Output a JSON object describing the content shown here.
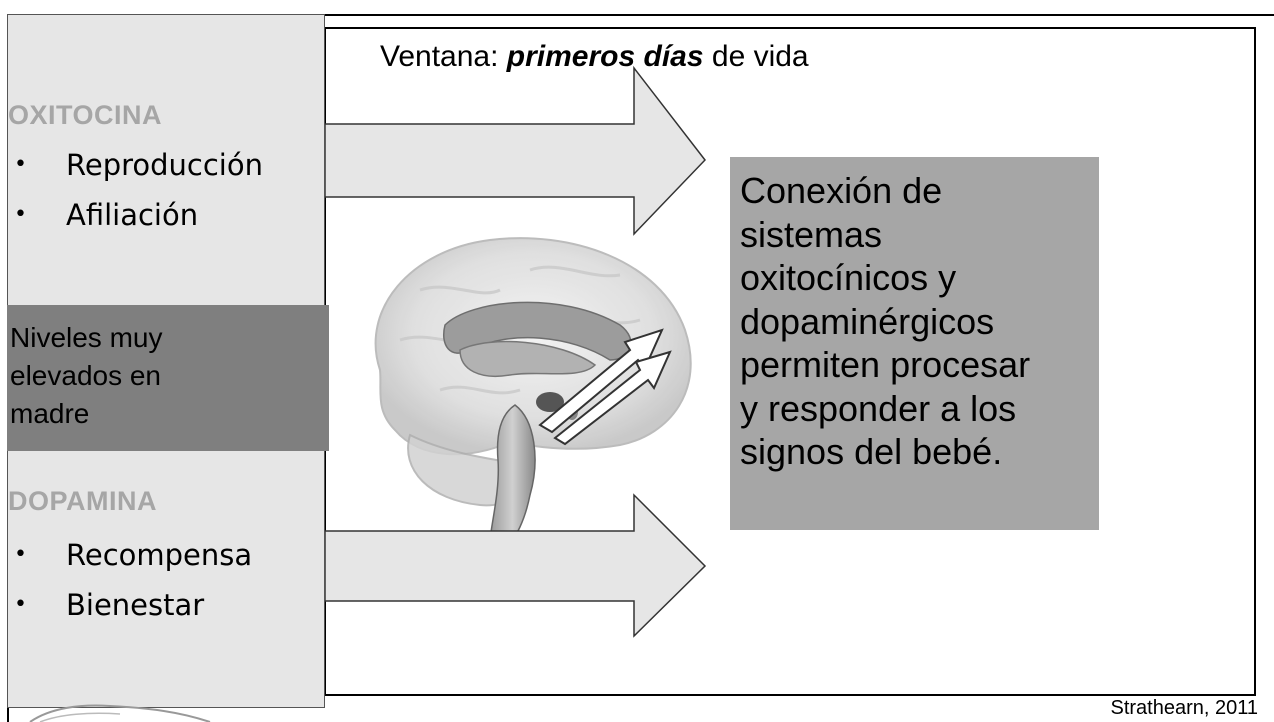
{
  "window_title": {
    "prefix": "Ventana: ",
    "emphasis": "primeros días",
    "suffix": " de vida"
  },
  "oxitocina": {
    "heading": "OXITOCINA",
    "items": [
      "Reproducción",
      "Afiliación"
    ]
  },
  "levels": {
    "lines": [
      "Niveles muy",
      "elevados en",
      "madre"
    ]
  },
  "dopamina": {
    "heading": "DOPAMINA",
    "items": [
      "Recompensa",
      "Bienestar"
    ]
  },
  "connection": {
    "lines": [
      "Conexión de",
      "sistemas",
      "oxitocínicos y",
      "dopaminérgicos",
      "permiten procesar",
      "y responder a los",
      "signos del bebé."
    ]
  },
  "citation": "Strathearn, 2011",
  "bullet_glyph": "•",
  "colors": {
    "left_panel": "#e6e6e6",
    "levels_box": "#7f7f7f",
    "connection_box": "#a6a6a6",
    "heading_text": "#a6a6a6"
  }
}
